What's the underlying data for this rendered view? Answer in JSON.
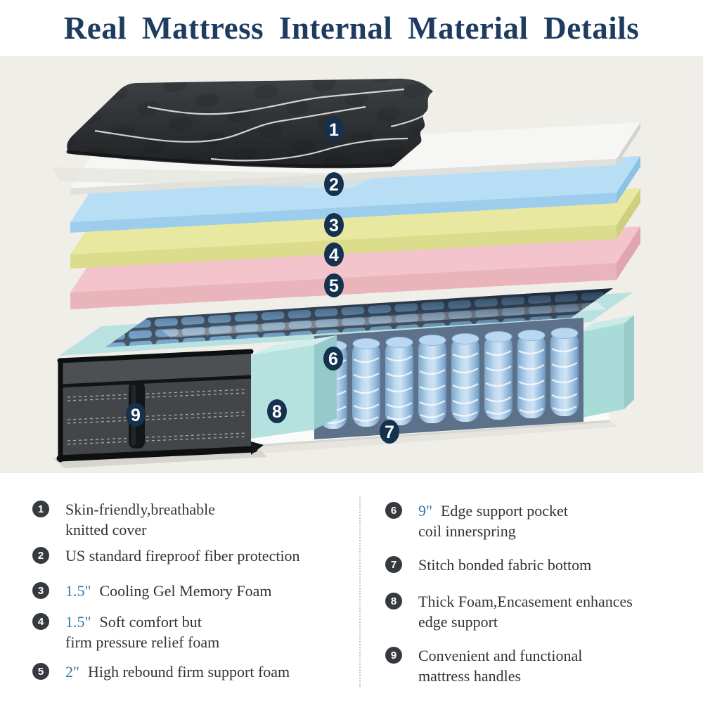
{
  "title": "Real Mattress Internal Material Details",
  "colors": {
    "title_navy": "#1e3c5f",
    "diagram_bg": "#efeee8",
    "diagram_badge_navy": "#14314d",
    "legend_badge_charcoal": "#36393d",
    "measure_blue": "#3579aa",
    "layer_white": "#f6f6f4",
    "layer_blue": "#b8def5",
    "layer_yellow": "#e8e8a0",
    "layer_pink": "#f3c4cb",
    "coil_blue": "#a9cdec",
    "encasement_teal": "#b9e1e0",
    "cover_charcoal": "#2f3234"
  },
  "diagram": {
    "badges": [
      "1",
      "2",
      "3",
      "4",
      "5",
      "6",
      "7",
      "8",
      "9"
    ]
  },
  "legend": {
    "left": [
      {
        "num": "1",
        "measure": "",
        "line1": "Skin-friendly,breathable",
        "line2": "knitted cover"
      },
      {
        "num": "2",
        "measure": "",
        "line1": "US standard fireproof fiber protection",
        "line2": ""
      },
      {
        "num": "3",
        "measure": "1.5\"",
        "line1": "Cooling Gel Memory Foam",
        "line2": ""
      },
      {
        "num": "4",
        "measure": "1.5\"",
        "line1": "Soft comfort but",
        "line2": "firm pressure relief foam"
      },
      {
        "num": "5",
        "measure": "2\"",
        "line1": "High rebound firm support foam",
        "line2": ""
      }
    ],
    "right": [
      {
        "num": "6",
        "measure": "9\"",
        "line1": "Edge support pocket",
        "line2": "coil innerspring"
      },
      {
        "num": "7",
        "measure": "",
        "line1": "Stitch bonded fabric bottom",
        "line2": ""
      },
      {
        "num": "8",
        "measure": "",
        "line1": "Thick Foam,Encasement enhances",
        "line2": "edge support"
      },
      {
        "num": "9",
        "measure": "",
        "line1": "Convenient and functional",
        "line2": "mattress handles"
      }
    ]
  }
}
